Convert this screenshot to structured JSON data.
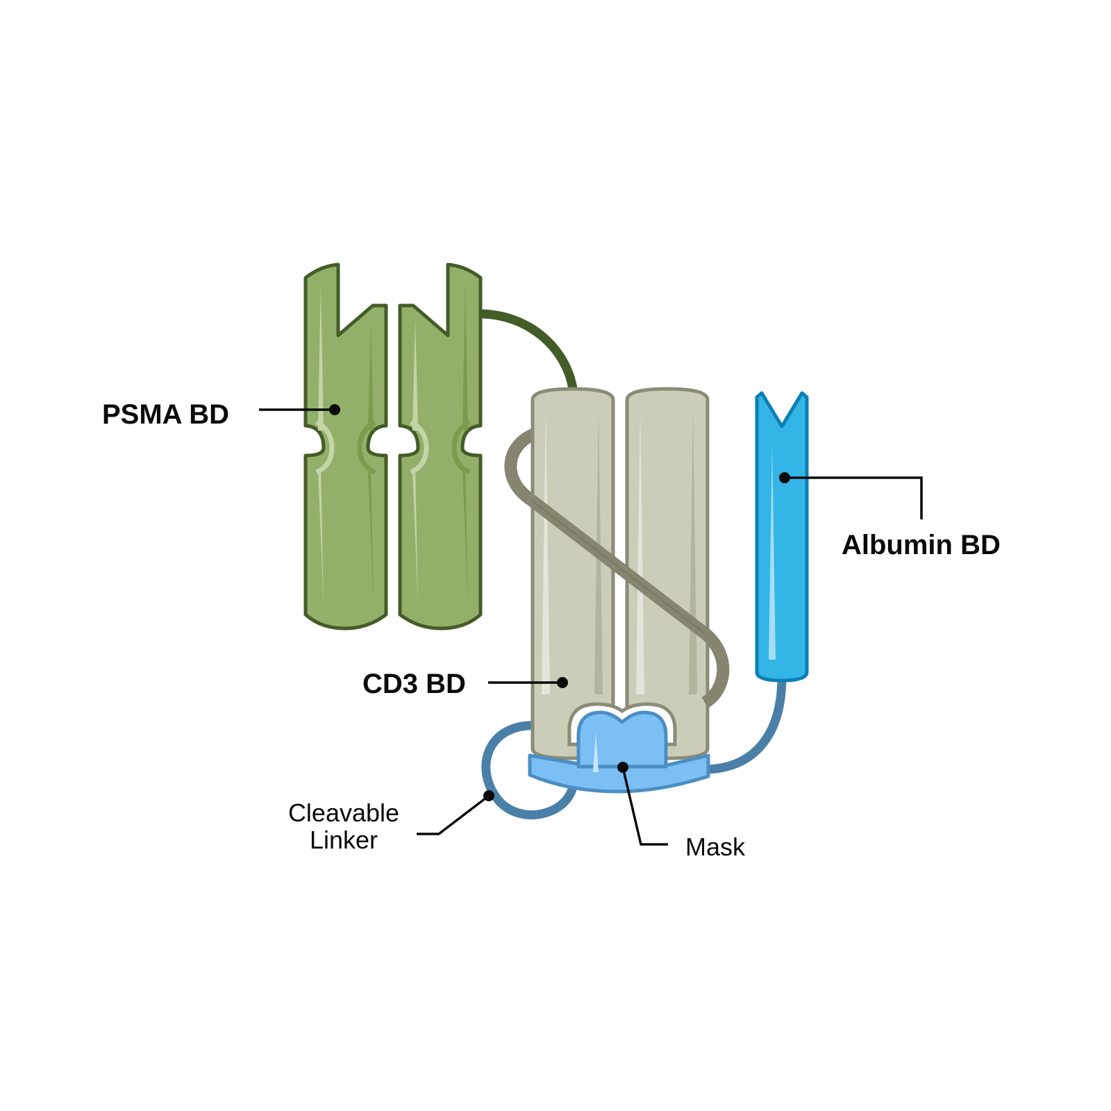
{
  "labels": {
    "psma": "PSMA BD",
    "cd3": "CD3 BD",
    "albumin": "Albumin BD",
    "linker_line1": "Cleavable",
    "linker_line2": "Linker",
    "mask": "Mask"
  },
  "colors": {
    "psma_fill": "#93b06a",
    "psma_stroke": "#445c28",
    "psma_highlight": "#c3d5a6",
    "psma_shade": "#7a9c4c",
    "cd3_fill": "#cbcdb8",
    "cd3_stroke": "#8a8c77",
    "cd3_linker": "#858570",
    "albumin_fill": "#33b5e5",
    "albumin_stroke": "#0a7fb5",
    "mask_fill": "#7cbff5",
    "mask_stroke": "#4a8ec4",
    "linker_blue": "#4a80a8",
    "psma_linker": "#445c28"
  }
}
